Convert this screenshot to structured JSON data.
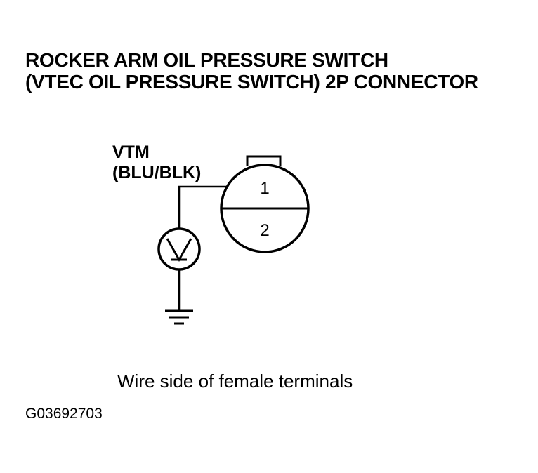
{
  "title": {
    "line1": "ROCKER ARM OIL PRESSURE SWITCH",
    "line2": "(VTEC OIL PRESSURE SWITCH) 2P CONNECTOR"
  },
  "wire": {
    "name": "VTM",
    "color": "(BLU/BLK)"
  },
  "connector": {
    "terminal_top": "1",
    "terminal_bottom": "2"
  },
  "caption": "Wire side of female terminals",
  "figure_id": "G03692703",
  "colors": {
    "ink": "#000000",
    "background": "#ffffff"
  }
}
